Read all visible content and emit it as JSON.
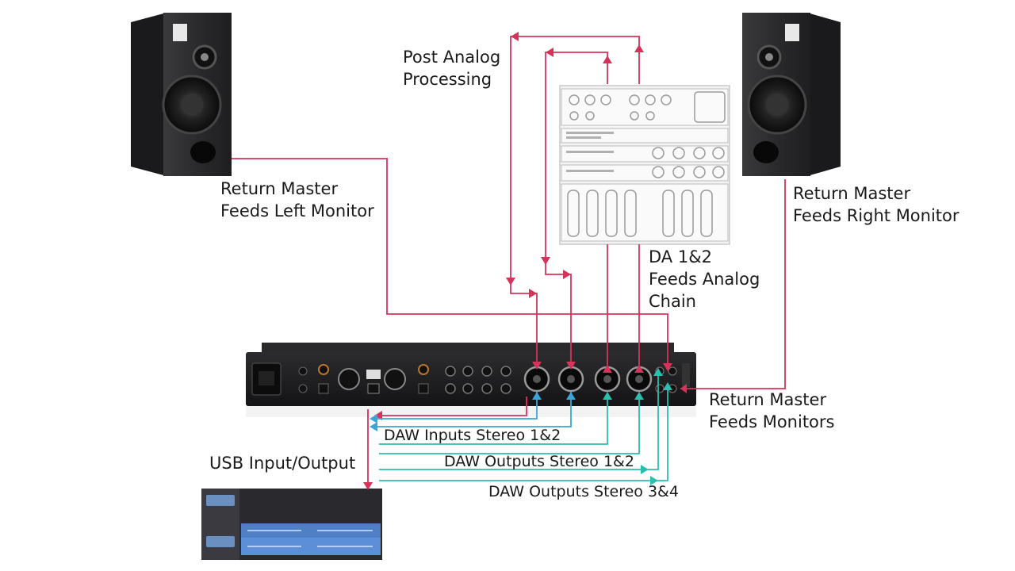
{
  "labels": {
    "post_analog": [
      "Post Analog",
      "Processing"
    ],
    "return_left": [
      "Return Master",
      "Feeds Left Monitor"
    ],
    "return_right": [
      "Return Master",
      "Feeds Right Monitor"
    ],
    "da_feeds": [
      "DA 1&2",
      "Feeds Analog",
      "Chain"
    ],
    "return_monitors": [
      "Return Master",
      "Feeds Monitors"
    ],
    "usb_io": "USB Input/Output",
    "daw_inputs": "DAW Inputs Stereo 1&2",
    "daw_outputs_12": "DAW Outputs Stereo 1&2",
    "daw_outputs_34": "DAW Outputs Stereo 3&4"
  },
  "colors": {
    "return_line": "#d6335a",
    "daw_line": "#2bbfb0",
    "daw_input_line": "#3aa6d8",
    "device_body": "#1c1c1e",
    "speaker_body": "#2a2a2c"
  },
  "icons": {
    "left_speaker": "studio-monitor-speaker",
    "right_speaker": "studio-monitor-speaker",
    "analog_rack": "analog-processing-rack",
    "interface": "audio-interface-rear-panel",
    "computer": "daw-computer-screen"
  }
}
